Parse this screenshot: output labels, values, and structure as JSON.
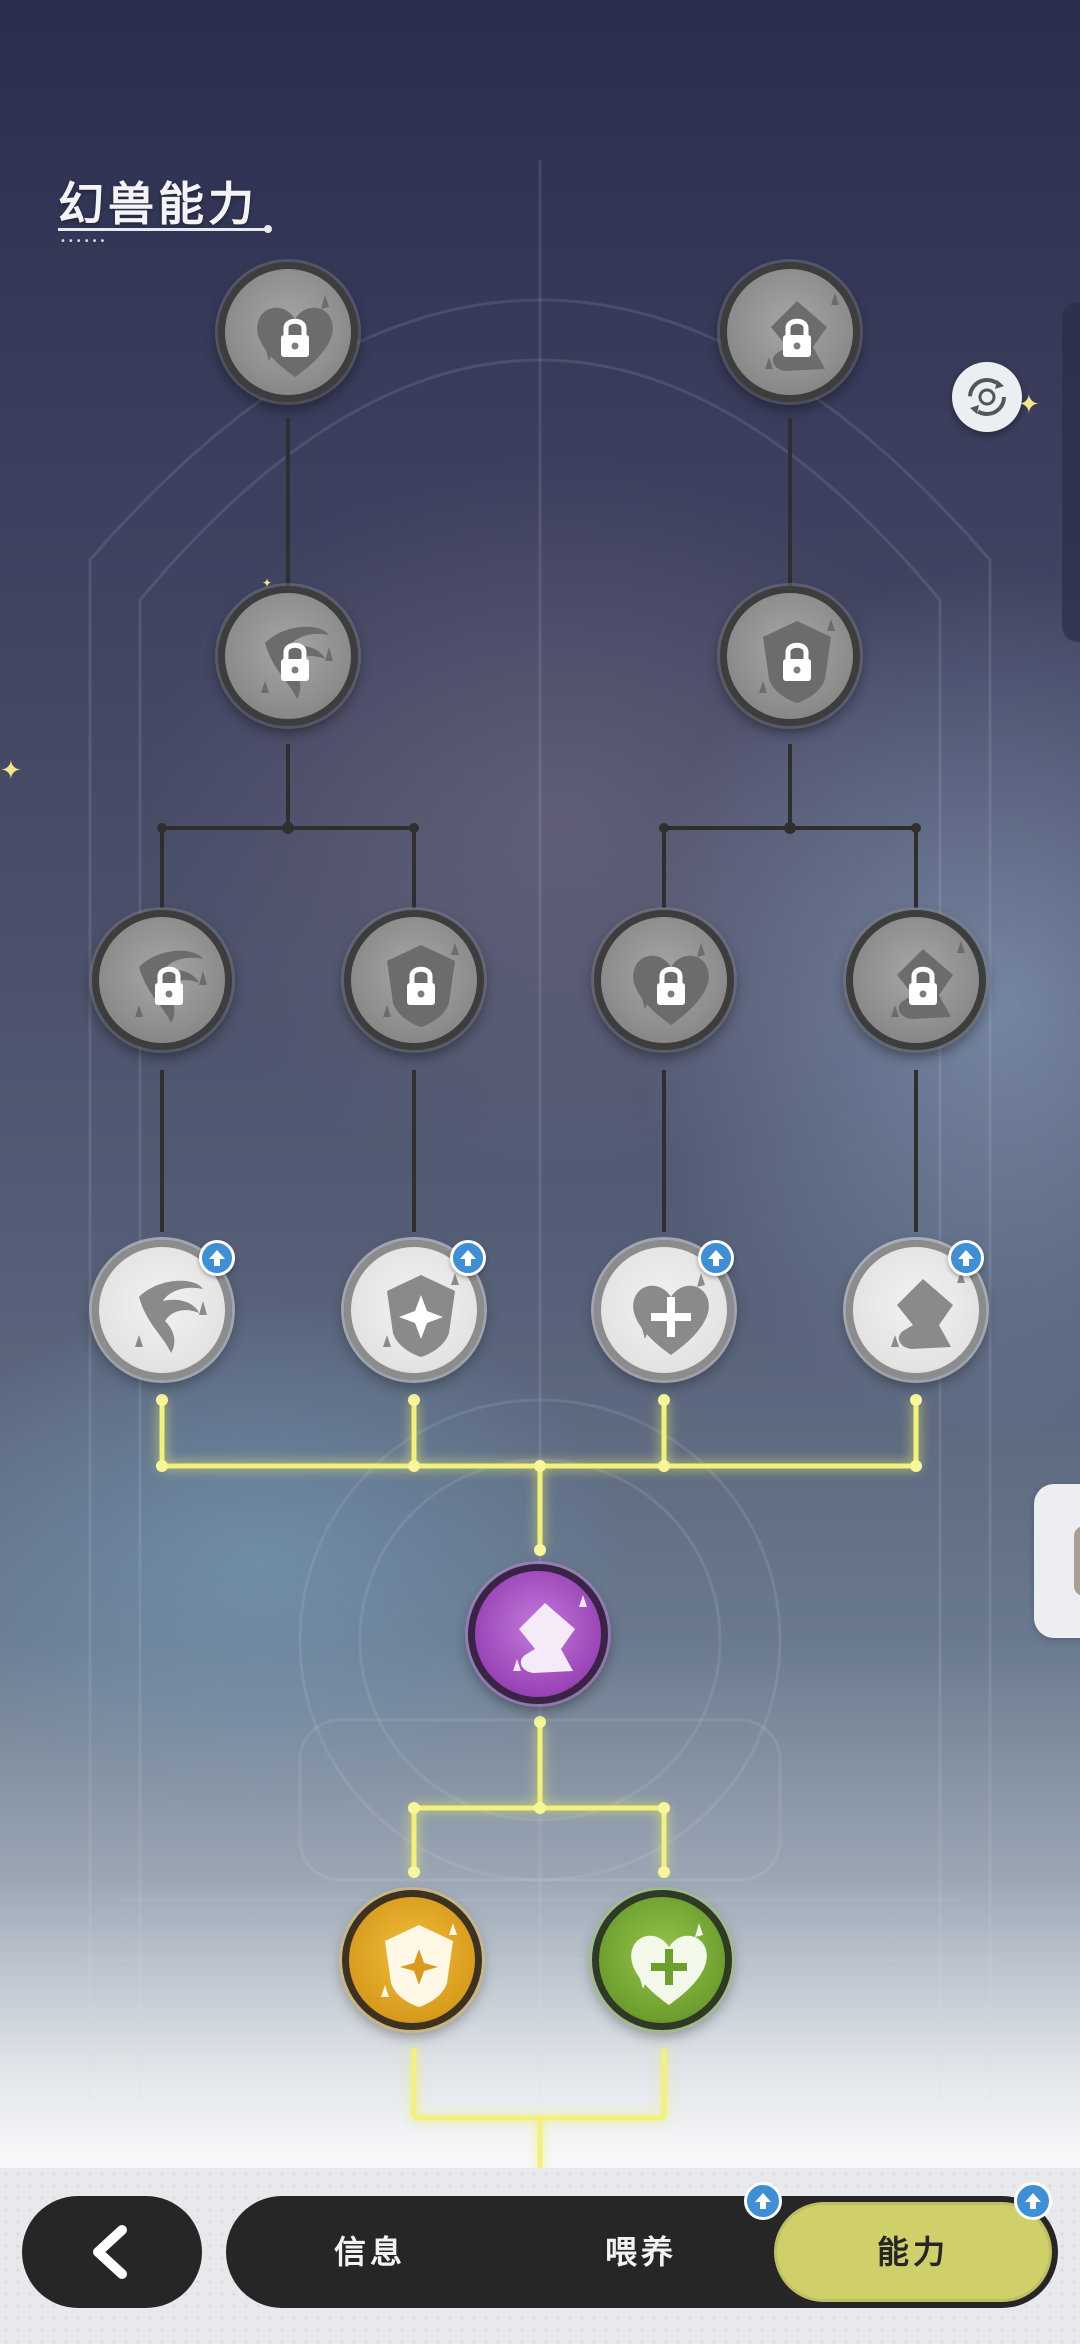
{
  "page": {
    "title": "幻兽能力"
  },
  "tree": {
    "locked_nodes": [
      {
        "id": "locked-heart",
        "icon": "heart-lock-icon"
      },
      {
        "id": "locked-scroll",
        "icon": "scroll-lock-icon"
      },
      {
        "id": "locked-claw",
        "icon": "claw-lock-icon"
      },
      {
        "id": "locked-shield",
        "icon": "shield-lock-icon"
      }
    ],
    "unlocked_nodes": [
      {
        "id": "claw",
        "icon": "claw-upgrade-icon",
        "has_upgrade": true
      },
      {
        "id": "shield",
        "icon": "shield-upgrade-icon",
        "has_upgrade": true
      },
      {
        "id": "heart",
        "icon": "heart-heal-upgrade-icon",
        "has_upgrade": true
      },
      {
        "id": "scroll",
        "icon": "scroll-upgrade-icon",
        "has_upgrade": true
      }
    ],
    "purple_node": {
      "icon": "scroll-purple-icon"
    },
    "gold_node": {
      "icon": "shield-gold-icon"
    },
    "green_node": {
      "icon": "heart-heal-green-icon"
    }
  },
  "colors": {
    "accent_yellow": "#f2f27a",
    "upgrade_blue": "#3f8fd6",
    "active_tab": "#cfd06a"
  },
  "bottom_nav": {
    "tabs": [
      {
        "label": "信息",
        "active": false,
        "badge": false
      },
      {
        "label": "喂养",
        "active": false,
        "badge": true
      },
      {
        "label": "能力",
        "active": true,
        "badge": true
      }
    ]
  }
}
